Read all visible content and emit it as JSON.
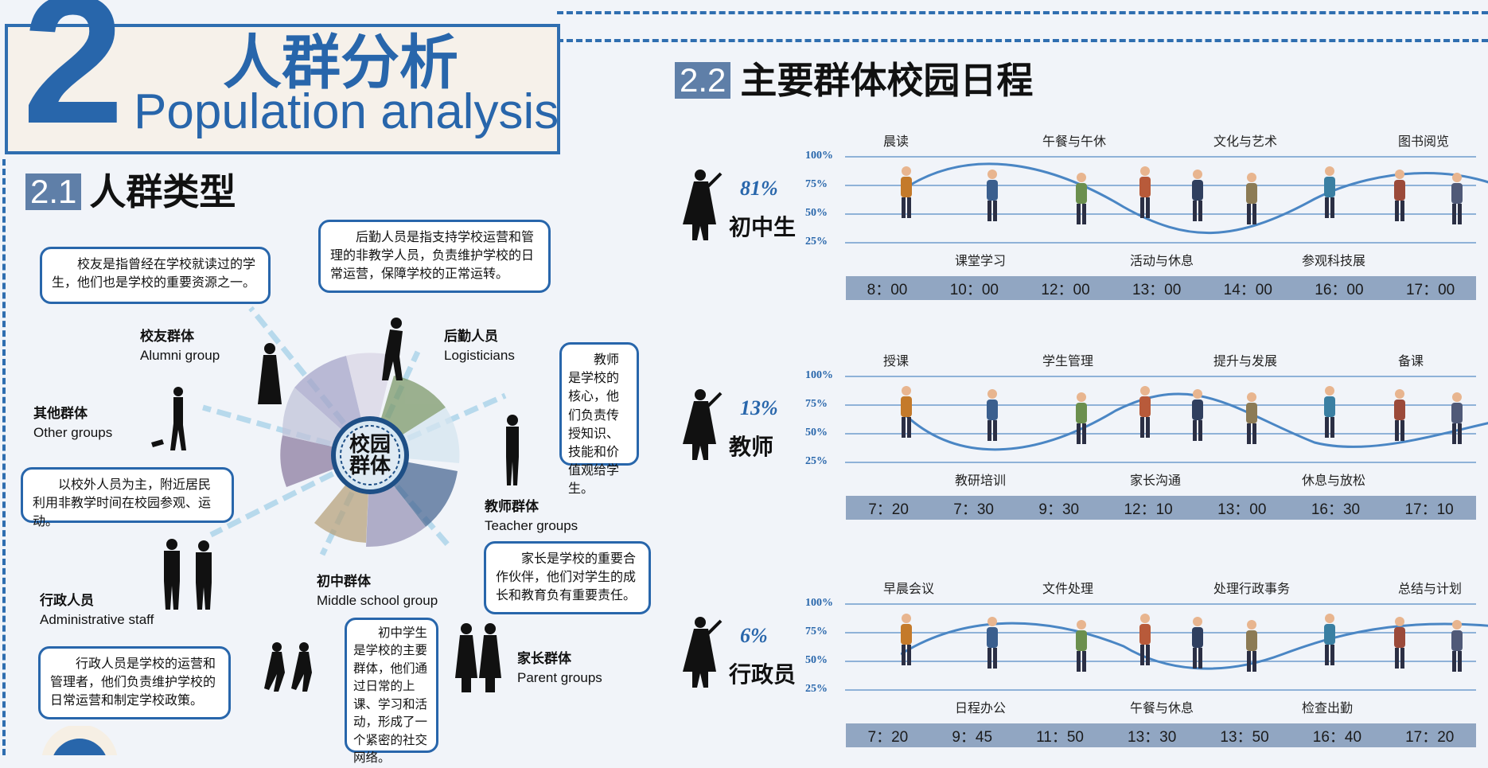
{
  "header": {
    "section_number": "2",
    "title_zh": "人群分析",
    "title_en": "Population analysis"
  },
  "section_21": {
    "number": "2.1",
    "title": "人群类型"
  },
  "section_22": {
    "number": "2.2",
    "title": "主要群体校园日程"
  },
  "wheel_center": {
    "line1": "校园",
    "line2": "群体"
  },
  "groups": {
    "alumni": {
      "zh": "校友群体",
      "en": "Alumni group"
    },
    "logistics": {
      "zh": "后勤人员",
      "en": "Logisticians"
    },
    "other": {
      "zh": "其他群体",
      "en": "Other groups"
    },
    "teacher": {
      "zh": "教师群体",
      "en": "Teacher groups"
    },
    "middle": {
      "zh": "初中群体",
      "en": "Middle school group"
    },
    "admin": {
      "zh": "行政人员",
      "en": "Administrative staff"
    },
    "parent": {
      "zh": "家长群体",
      "en": "Parent groups"
    }
  },
  "bubbles": {
    "alumni": "校友是指曾经在学校就读过的学生，他们也是学校的重要资源之一。",
    "logistics": "后勤人员是指支持学校运营和管理的非教学人员，负责维护学校的日常运营，保障学校的正常运转。",
    "teacher": "教师是学校的核心，他们负责传授知识、技能和价值观给学生。",
    "other": "以校外人员为主，附近居民利用非教学时间在校园参观、运动。",
    "parent": "家长是学校的重要合作伙伴，他们对学生的成长和教育负有重要责任。",
    "admin": "行政人员是学校的运营和管理者，他们负责维护学校的日常运营和制定学校政策。",
    "middle": "初中学生是学校的主要群体，他们通过日常的上课、学习和活动，形成了一个紧密的社交网络。"
  },
  "ticks": [
    "100%",
    "75%",
    "50%",
    "25%"
  ],
  "schedules": [
    {
      "role": "初中生",
      "percent": "81%",
      "top_activities": [
        "晨读",
        "午餐与午休",
        "文化与艺术",
        "图书阅览"
      ],
      "bottom_activities": [
        "课堂学习",
        "活动与休息",
        "参观科技展"
      ],
      "times": [
        "8：00",
        "10：00",
        "12：00",
        "13：00",
        "14：00",
        "16：00",
        "17：00"
      ]
    },
    {
      "role": "教师",
      "percent": "13%",
      "top_activities": [
        "授课",
        "学生管理",
        "提升与发展",
        "备课"
      ],
      "bottom_activities": [
        "教研培训",
        "家长沟通",
        "休息与放松"
      ],
      "times": [
        "7：20",
        "7：30",
        "9：30",
        "12：10",
        "13：00",
        "16：30",
        "17：10"
      ]
    },
    {
      "role": "行政员",
      "percent": "6%",
      "top_activities": [
        "早晨会议",
        "文件处理",
        "处理行政事务",
        "总结与计划"
      ],
      "bottom_activities": [
        "日程办公",
        "午餐与休息",
        "检查出勤"
      ],
      "times": [
        "7：20",
        "9：45",
        "11：50",
        "13：30",
        "13：50",
        "16：40",
        "17：20"
      ]
    }
  ],
  "colors": {
    "accent": "#2866ab",
    "timebar": "#91a6c2",
    "label_box": "#5f7fa8"
  }
}
